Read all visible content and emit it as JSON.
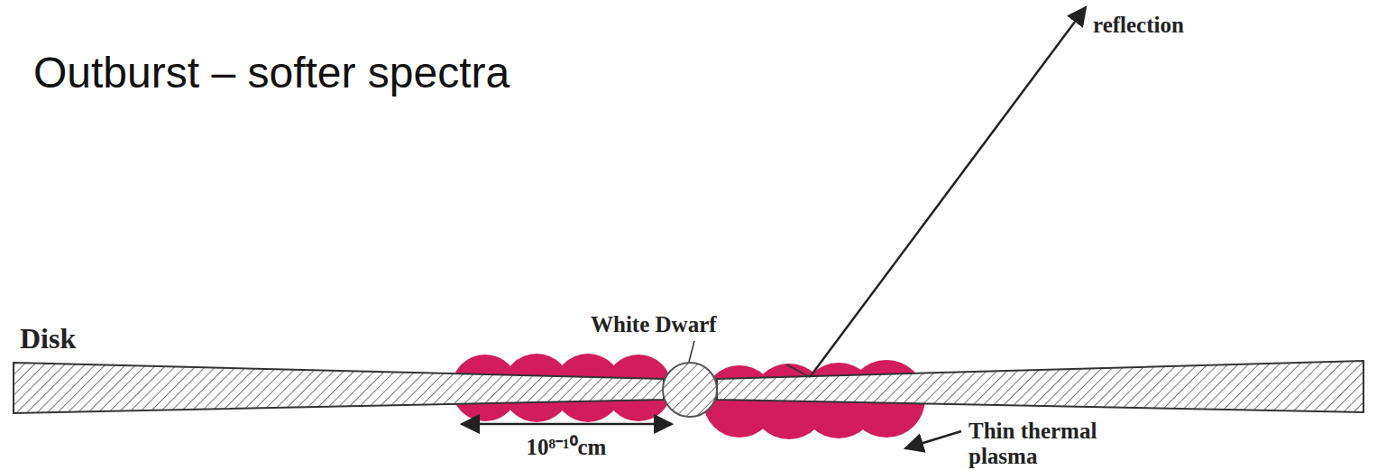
{
  "diagram": {
    "title": "Outburst – softer spectra",
    "labels": [
      "reflection",
      "White Dwarf",
      "Disk",
      "10⁸⁻¹⁰cm",
      "Thin thermal plasma"
    ]
  }
}
